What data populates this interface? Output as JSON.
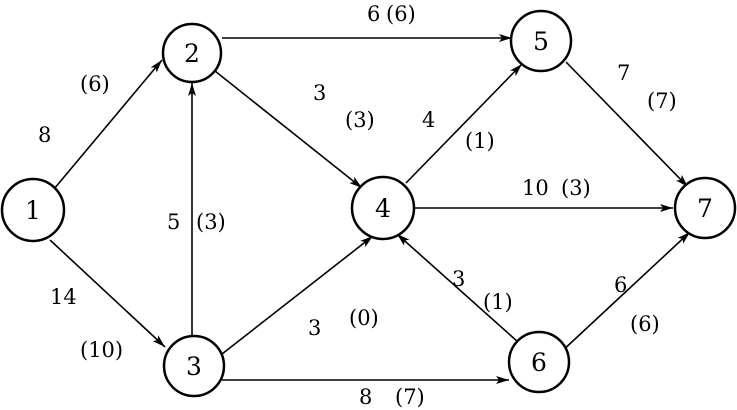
{
  "nodes": [
    {
      "id": "1",
      "label": "1"
    },
    {
      "id": "2",
      "label": "2"
    },
    {
      "id": "3",
      "label": "3"
    },
    {
      "id": "4",
      "label": "4"
    },
    {
      "id": "5",
      "label": "5"
    },
    {
      "id": "6",
      "label": "6"
    },
    {
      "id": "7",
      "label": "7"
    }
  ],
  "edges": [
    {
      "from": "1",
      "to": "2",
      "capacity": "8",
      "flow": "(6)"
    },
    {
      "from": "1",
      "to": "3",
      "capacity": "14",
      "flow": "(10)"
    },
    {
      "from": "3",
      "to": "2",
      "capacity": "5",
      "flow": "(3)"
    },
    {
      "from": "2",
      "to": "5",
      "capacity": "6",
      "flow": "(6)"
    },
    {
      "from": "2",
      "to": "4",
      "capacity": "3",
      "flow": "(3)"
    },
    {
      "from": "3",
      "to": "4",
      "capacity": "3",
      "flow": "(0)"
    },
    {
      "from": "3",
      "to": "6",
      "capacity": "8",
      "flow": "(7)"
    },
    {
      "from": "4",
      "to": "5",
      "capacity": "4",
      "flow": "(1)"
    },
    {
      "from": "4",
      "to": "7",
      "capacity": "10",
      "flow": "(3)"
    },
    {
      "from": "6",
      "to": "4",
      "capacity": "3",
      "flow": "(1)"
    },
    {
      "from": "5",
      "to": "7",
      "capacity": "7",
      "flow": "(7)"
    },
    {
      "from": "6",
      "to": "7",
      "capacity": "6",
      "flow": "(6)"
    }
  ]
}
